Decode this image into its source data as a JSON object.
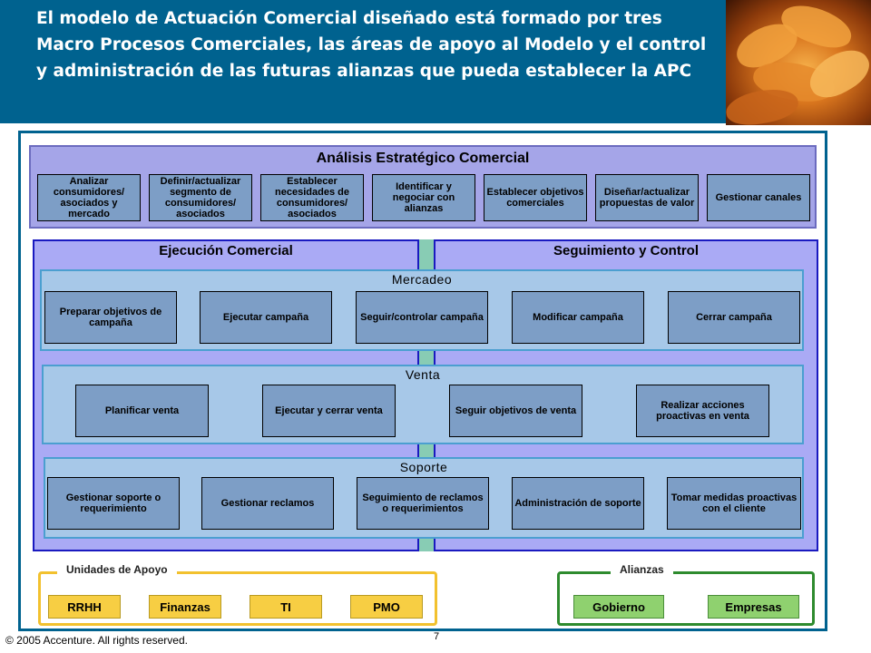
{
  "header": {
    "title": "El modelo de Actuación Comercial diseñado está formado por tres Macro Procesos Comerciales, las áreas de apoyo al Modelo y el control y administración de las futuras alianzas que pueda establecer la APC"
  },
  "analisis": {
    "title": "Análisis Estratégico Comercial",
    "items": [
      "Analizar consumidores/ asociados y mercado",
      "Definir/actualizar segmento de consumidores/ asociados",
      "Establecer necesidades de consumidores/ asociados",
      "Identificar y negociar con alianzas",
      "Establecer objetivos comerciales",
      "Diseñar/actualizar propuestas de valor",
      "Gestionar canales"
    ]
  },
  "ejecucion": {
    "title": "Ejecución Comercial"
  },
  "seguimiento": {
    "title": "Seguimiento y Control"
  },
  "mercadeo": {
    "title": "Mercadeo",
    "items": [
      "Preparar objetivos de campaña",
      "Ejecutar campaña",
      "Seguir/controlar campaña",
      "Modificar campaña",
      "Cerrar campaña"
    ]
  },
  "venta": {
    "title": "Venta",
    "items": [
      "Planificar venta",
      "Ejecutar y cerrar venta",
      "Seguir objetivos de venta",
      "Realizar acciones proactivas en venta"
    ]
  },
  "soporte": {
    "title": "Soporte",
    "items": [
      "Gestionar soporte o requerimiento",
      "Gestionar reclamos",
      "Seguimiento de reclamos o requerimientos",
      "Administración de soporte",
      "Tomar medidas proactivas con el cliente"
    ]
  },
  "unidades": {
    "title": "Unidades de Apoyo",
    "items": [
      "RRHH",
      "Finanzas",
      "TI",
      "PMO"
    ]
  },
  "alianzas": {
    "title": "Alianzas",
    "items": [
      "Gobierno",
      "Empresas"
    ]
  },
  "footer": {
    "copyright": "© 2005 Accenture. All rights reserved.",
    "page": "7"
  },
  "colors": {
    "header": "#00628f",
    "analisis": "#a5a5e8",
    "panel": "#aaaaf5",
    "band": "#a7c8e8",
    "box": "#7d9ec6",
    "unidades": "#f7ce43",
    "alianzas": "#8fd16f"
  }
}
